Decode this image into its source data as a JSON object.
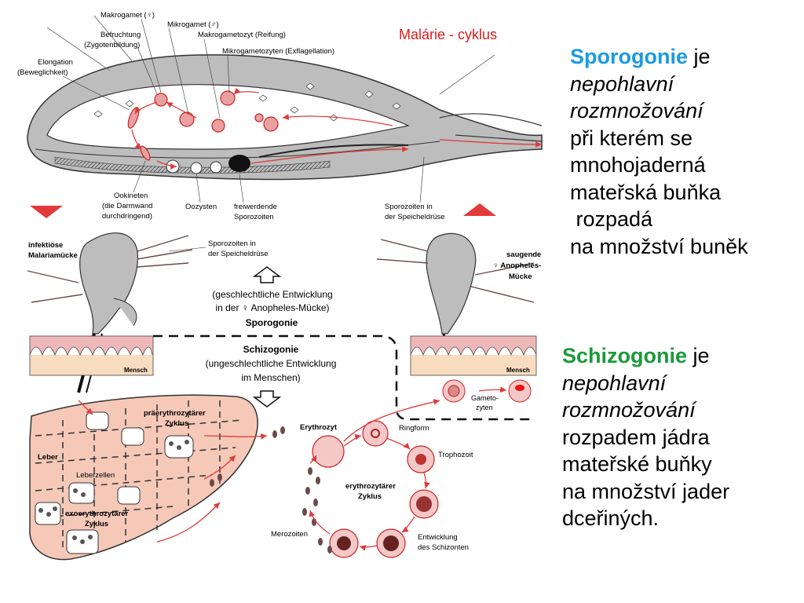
{
  "figure": {
    "title": "Malárie - cyklus",
    "labels": {
      "makrogamet": "Makrogamet (♀)",
      "mikrogamet": "Mikrogamet (♂)",
      "befruchtung_1": "Befruchtung",
      "befruchtung_2": "(Zygotenbildung)",
      "makrogametozyt": "Makrogametozyt (Reifung)",
      "mikrogametozyten": "Mikrogametozyten (Exflagellation)",
      "elongation_1": "Elongation",
      "elongation_2": "(Beweglichkeit)",
      "ookineten_1": "Ookineten",
      "ookineten_2": "(die Darmwand",
      "ookineten_3": "durchdringend)",
      "oozysten": "Oozysten",
      "freiwerdende_1": "freiwerdende",
      "freiwerdende_2": "Sporozoiten",
      "sporozoiten_top_1": "Sporozoiten in",
      "sporozoiten_top_2": "der Speicheldrüse",
      "infektioese_1": "infektiöse",
      "infektioese_2": "Malariamücke",
      "sporozoiten_mid_1": "Sporozoiten in",
      "sporozoiten_mid_2": "der Speicheldrüse",
      "saugende_1": "saugende",
      "saugende_2": "♀ Anopheles-",
      "saugende_3": "Mücke",
      "geschl_1": "(geschlechtliche Entwicklung",
      "geschl_2": "in der ♀ Anopheles-Mücke)",
      "sporogonie": "Sporogonie",
      "schizogonie": "Schizogonie",
      "ungeschl_1": "(ungeschlechtliche Entwicklung",
      "ungeschl_2": "im Menschen)",
      "mensch_left": "Mensch",
      "mensch_right": "Mensch",
      "gametozyten_1": "Gameto-",
      "gametozyten_2": "zyten",
      "praeery_1": "präerythrozytärer",
      "praeery_2": "Zyklus",
      "erythrozyt": "Erythrozyt",
      "ringform": "Ringform",
      "leber": "Leber",
      "leberzellen": "Leberzellen",
      "trophozoit": "Trophozoit",
      "ery_zyklus_1": "erythrozytärer",
      "ery_zyklus_2": "Zyklus",
      "exoery_1": "exoerythrozytärer",
      "exoery_2": "Zyklus",
      "merozoiten": "Merozoiten",
      "entwicklung_1": "Entwicklung",
      "entwicklung_2": "des Schizonten"
    }
  },
  "sporogonie_panel": {
    "term": "Sporogonie",
    "rest_1": " je",
    "line_2": "nepohlavní",
    "line_3": "rozmnožování",
    "line_4": "při kterém se",
    "line_5": "mnohojaderná",
    "line_6": "mateřská buňka",
    "line_7": " rozpadá",
    "line_8": "na množství buněk"
  },
  "schizogonie_panel": {
    "term": "Schizogonie",
    "rest_1": " je",
    "line_2": "nepohlavní",
    "line_3": "rozmnožování",
    "line_4": "rozpadem jádra",
    "line_5": "mateřské buňky",
    "line_6": "na množství jader",
    "line_7": "dceřiných."
  },
  "colors": {
    "sporogonie_term": "#1a9be0",
    "schizogonie_term": "#1a9a3a",
    "title": "#e0191b",
    "arrows": "#e03a3a",
    "tissue": "#f5c8b8",
    "mosquito": "#b8b8b8"
  }
}
